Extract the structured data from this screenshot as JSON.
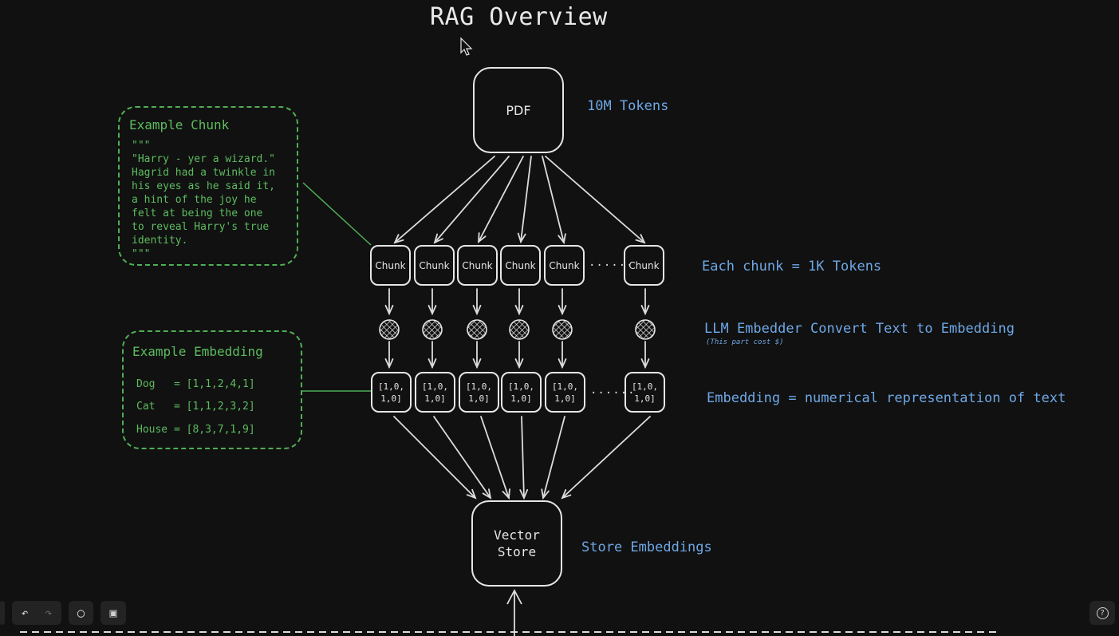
{
  "title": "RAG Overview",
  "pdf": {
    "label": "PDF",
    "tokens": "10M Tokens"
  },
  "chunks": {
    "label": "Chunk",
    "note": "Each chunk = 1K Tokens",
    "ellipsis": "......"
  },
  "embedder": {
    "note": "LLM Embedder Convert Text to Embedding",
    "subnote": "(This part cost $)"
  },
  "embedding": {
    "value": "[1,0,\n1,0]",
    "note": "Embedding = numerical representation of text"
  },
  "store": {
    "label": "Vector\nStore",
    "note": "Store Embeddings"
  },
  "example_chunk": {
    "title": "Example Chunk",
    "text": "\"\"\"\n\"Harry - yer a wizard.\"\nHagrid had a twinkle in\nhis eyes as he said it,\na hint of the joy he\nfelt at being the one\nto reveal Harry's true\nidentity.\n\"\"\""
  },
  "example_embedding": {
    "title": "Example Embedding",
    "rows": [
      "Dog   = [1,1,2,4,1]",
      "Cat   = [1,1,2,3,2]",
      "House = [8,3,7,1,9]"
    ]
  },
  "toolbar": {
    "undo": "↶",
    "redo": "↷",
    "comment": "◯",
    "feedback": "▣",
    "help": "?"
  },
  "colors": {
    "background": "#111111",
    "accent_blue": "#6ea8e6",
    "accent_green": "#5cbc5f",
    "stroke": "#e6e6e6"
  }
}
